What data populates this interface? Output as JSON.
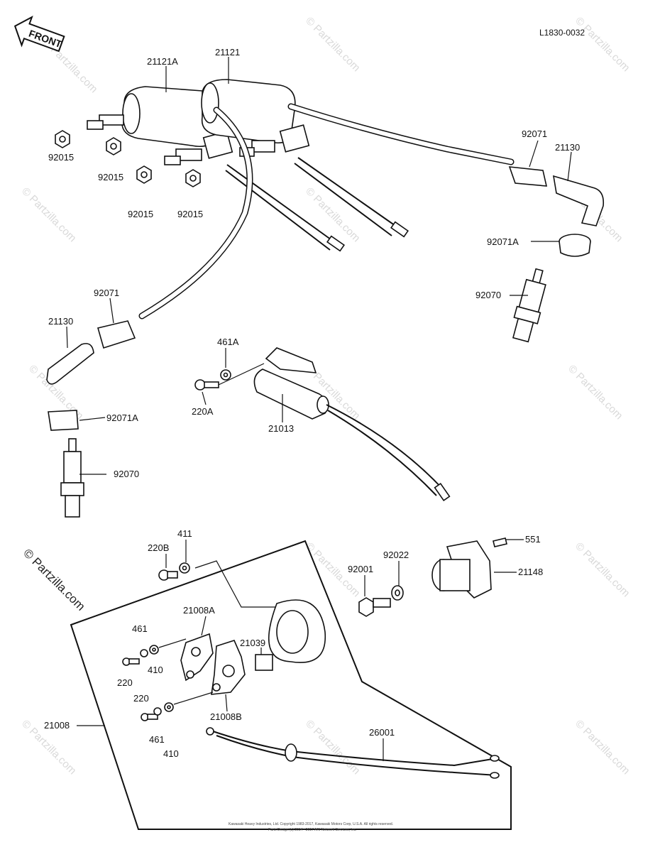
{
  "diagram_code": "L1830-0032",
  "front_label": "FRONT",
  "watermark": "© Partzilla.com",
  "footer": {
    "line1": "Kawasaki Heavy Industries, Ltd. Copyright 1983-2017, Kawasaki Motors Corp, U.S.A. All rights reserved.",
    "line2": "Parts Design (c) 2014 - 2017 ARI Network Services, Inc."
  },
  "labels": {
    "p21121A": "21121A",
    "p21121": "21121",
    "p92015_a": "92015",
    "p92015_b": "92015",
    "p92015_c": "92015",
    "p92015_d": "92015",
    "p92071_r": "92071",
    "p21130_r": "21130",
    "p92071A_r": "92071A",
    "p92070_r": "92070",
    "p92071_l": "92071",
    "p21130_l": "21130",
    "p92071A_l": "92071A",
    "p92070_l": "92070",
    "p461A": "461A",
    "p220A": "220A",
    "p21013": "21013",
    "p220B": "220B",
    "p411": "411",
    "p92001": "92001",
    "p92022": "92022",
    "p551": "551",
    "p21148": "21148",
    "p21008A": "21008A",
    "p461_a": "461",
    "p410_a": "410",
    "p220_a": "220",
    "p21039": "21039",
    "p220_b": "220",
    "p461_b": "461",
    "p410_b": "410",
    "p21008B": "21008B",
    "p21008": "21008",
    "p26001": "26001"
  }
}
